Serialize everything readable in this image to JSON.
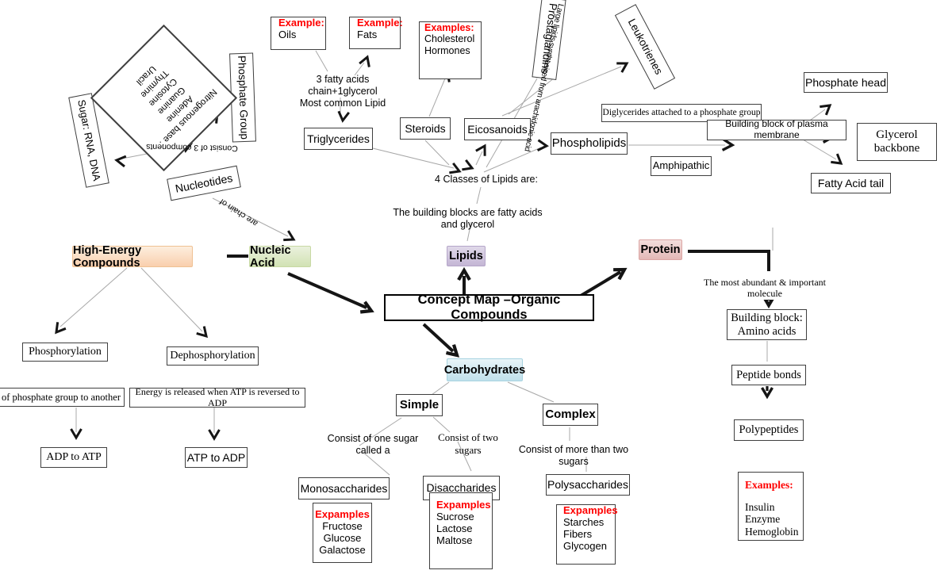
{
  "center": {
    "concept_map": "Concept Map –Organic Compounds"
  },
  "categories": {
    "high_energy": "High-Energy Compounds",
    "nucleic_acid": "Nucleic Acid",
    "lipids": "Lipids",
    "protein": "Protein",
    "carbohydrates": "Carbohydrates"
  },
  "lipids_branch": {
    "example_oils": {
      "header": "Example:",
      "item": "Oils"
    },
    "example_fats": {
      "header": "Example:",
      "item": "Fats"
    },
    "examples_cholesterol": {
      "header": "Examples:",
      "items": [
        "Cholesterol",
        "Hormones"
      ]
    },
    "fatty_note_line1": "3 fatty acids chain+1glycerol",
    "fatty_note_line2": "Most common Lipid",
    "triglycerides": "Triglycerides",
    "steroids": "Steroids",
    "eicosanoids": "Eicosanoids",
    "phospholipids": "Phospholipids",
    "prostaglandins": "Prostaglandins",
    "leukotrienes": "Leukotrienes",
    "large_lipids": "Large lipids synthesized from arachidonic acid",
    "four_classes": "4 Classes of Lipids are:",
    "building_blocks": "The building blocks are fatty acids and glycerol",
    "diglycerides_note": "Diglycerides attached to a phosphate group",
    "membrane_note": "Building block of plasma membrane",
    "amphipathic": "Amphipathic",
    "phosphate_head": "Phosphate head",
    "glycerol_backbone": [
      "Glycerol",
      "backbone"
    ],
    "fatty_acid_tail": "Fatty Acid tail"
  },
  "nucleic_branch": {
    "nucleotides": "Nucleotides",
    "are_chain_of": "are chain of",
    "consist_3": "Consist of 3 components",
    "sugar": "Sugar: RNA, DNA",
    "phosphate_group": "Phosphate Group",
    "diamond": [
      "Nitrogenous base :",
      "Adenine",
      "Guanine",
      "Cytosine",
      "Thymine",
      "Uracil"
    ]
  },
  "energy_branch": {
    "phosphorylation": "Phosphorylation",
    "dephosphorylation": "Dephosphorylation",
    "addition_note": "Addition of phosphate group to another",
    "energy_note": "Energy is released when ATP is reversed to ADP",
    "adp_to_atp": "ADP to ATP",
    "atp_to_adp": "ATP to ADP"
  },
  "carb_branch": {
    "simple": "Simple",
    "complex": "Complex",
    "one_sugar": "Consist of one sugar called a",
    "two_sugars": "Consist of two sugars",
    "more_sugars": "Consist of more than two sugars",
    "monosaccharides": "Monosaccharides",
    "disaccharides": "Disaccharides",
    "polysaccharides": "Polysaccharides",
    "mono_examples": {
      "header": "Expamples",
      "items": [
        "Fructose",
        "Glucose",
        "Galactose"
      ]
    },
    "di_examples": {
      "header": "Expamples",
      "items": [
        "Sucrose",
        "Lactose",
        "Maltose"
      ]
    },
    "poly_examples": {
      "header": "Expamples",
      "items": [
        "Starches",
        "Fibers",
        "Glycogen"
      ]
    }
  },
  "protein_branch": {
    "abundant": "The most abundant & important molecule",
    "amino": [
      "Building block:",
      "Amino acids"
    ],
    "peptide_bonds": "Peptide bonds",
    "polypeptides": "Polypeptides",
    "examples": {
      "header": "Examples:",
      "items": [
        "Insulin",
        "Enzyme",
        "Hemoglobin"
      ]
    }
  },
  "colors": {
    "accent_red": "#FF0000",
    "high_energy_fill": "#FAD7BD",
    "nucleic_fill": "#D7E4BD",
    "lipids_fill": "#CCC0D9",
    "protein_fill": "#E5B8B7",
    "carb_fill": "#C6E4EE"
  }
}
